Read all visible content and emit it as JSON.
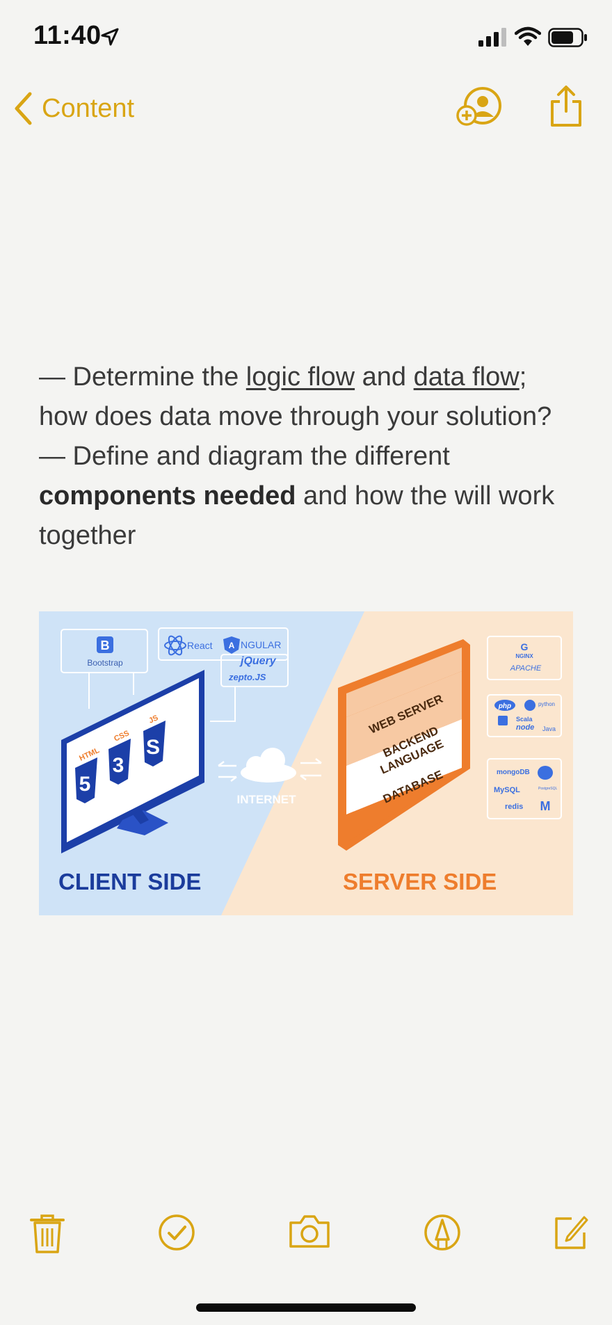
{
  "status_bar": {
    "time": "11:40"
  },
  "nav": {
    "back_label": "Content"
  },
  "note": {
    "line1_prefix": "— Determine the ",
    "logic_flow": "logic flow",
    "and": " and ",
    "data_flow": "data flow",
    "line1_suffix": ";",
    "line2": "how does data move through your solution?",
    "line3_prefix": "— Define and diagram the different ",
    "components_needed": "components needed",
    "line3_suffix": " and how the will work together"
  },
  "figure": {
    "client_title": "CLIENT SIDE",
    "server_title": "SERVER SIDE",
    "internet_label": "INTERNET",
    "bootstrap_label": "Bootstrap",
    "react_label": "React",
    "angular_label": "NGULAR",
    "jquery_label": "jQuery",
    "zepto_label": "zepto.JS",
    "html_label": "HTML",
    "css_label": "CSS",
    "js_label": "JS",
    "web_server_label": "WEB SERVER",
    "backend_label": "BACKEND",
    "language_label": "LANGUAGE",
    "database_label": "DATABASE",
    "nginx_label": "NGINX",
    "apache_label": "APACHE",
    "php_label": "php",
    "python_label": "python",
    "scala_label": "Scala",
    "node_label": "node",
    "java_label": "Java",
    "mongodb_label": "mongoDB",
    "mysql_label": "MySQL",
    "postgresql_label": "PostgreSQL",
    "redis_label": "redis"
  },
  "colors": {
    "accent": "#d9a514",
    "client_bg": "#cfe3f7",
    "server_bg": "#fbe6cf",
    "client_text": "#1b3c9c",
    "server_text": "#ee7d2d"
  }
}
